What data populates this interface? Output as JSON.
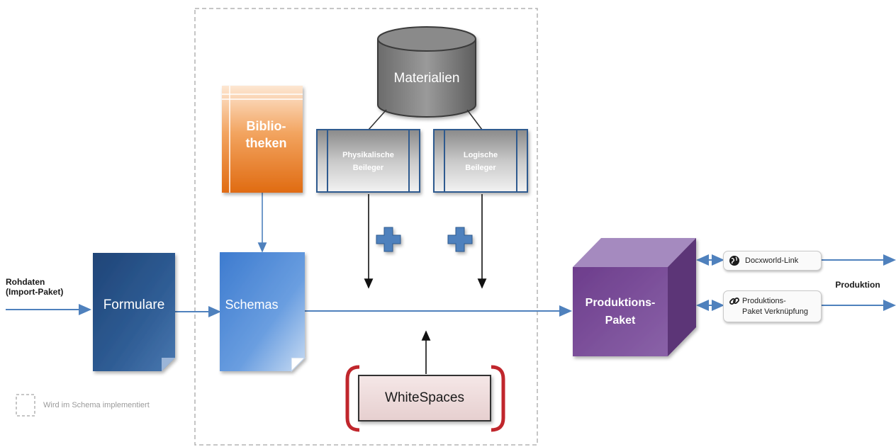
{
  "input_label": "Rohdaten\n(Import-Paket)",
  "output_label": "Produktion",
  "nodes": {
    "formulare": "Formulare",
    "schemas": "Schemas",
    "bibliotheken": "Biblio-\ntheken",
    "materialien": "Materialien",
    "physikalische": "Physikalische\nBeileger",
    "logische": "Logische\nBeileger",
    "whitespaces": "WhiteSpaces",
    "produktionspaket": "Produktions-\nPaket"
  },
  "links": {
    "docxworld": "Docxworld-Link",
    "produktions_link": "Produktions-\nPaket Verknüpfung"
  },
  "legend": "Wird im Schema implementiert",
  "colors": {
    "navy_doc": "#2e5a8f",
    "light_blue_doc": "#5a8fd0",
    "orange": "#e47b22",
    "purple_cube": "#7a4d96",
    "arrow_blue": "#4f81bd",
    "whitespace_bracket": "#c0262c"
  },
  "icons": {
    "docxworld": "globe-icon",
    "produktions_link": "chain-link-icon",
    "plus": "plus-icon"
  }
}
